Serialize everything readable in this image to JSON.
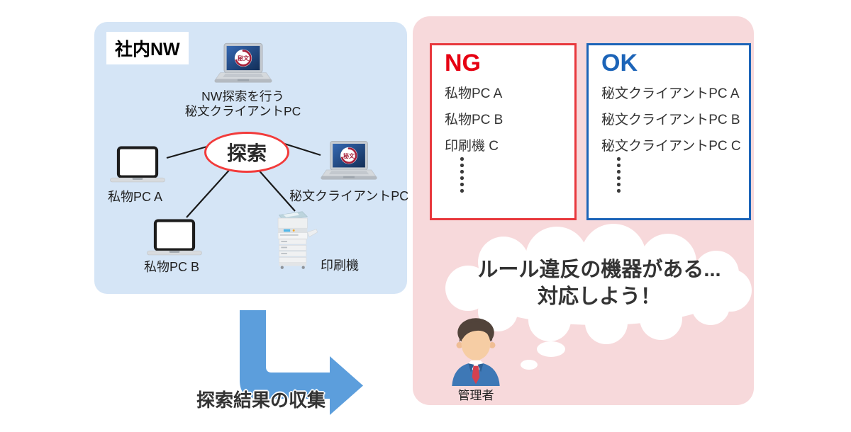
{
  "palette": {
    "panel_blue": "#D5E5F6",
    "panel_pink": "#F7D9DB",
    "arrow_blue": "#5C9EDC",
    "ng_red": "#E60012",
    "ok_blue": "#1C64B8",
    "oval_red": "#F23B3B"
  },
  "network_panel": {
    "title": "社内NW",
    "search_oval_label": "探索",
    "top_device": {
      "label_line1": "NW探索を行う",
      "label_line2": "秘文クライアントPC"
    },
    "devices": {
      "personal_pc_a": "私物PC A",
      "hibun_client_pc": "秘文クライアントPC",
      "personal_pc_b": "私物PC B",
      "printer": "印刷機"
    }
  },
  "arrow": {
    "label": "探索結果の収集"
  },
  "result_panel": {
    "ng": {
      "title": "NG",
      "items": [
        "私物PC A",
        "私物PC B",
        "印刷機 C"
      ]
    },
    "ok": {
      "title": "OK",
      "items": [
        "秘文クライアントPC A",
        "秘文クライアントPC B",
        "秘文クライアントPC C"
      ]
    },
    "thought": {
      "line1": "ルール違反の機器がある...",
      "line2": "対応しよう！"
    },
    "admin_label": "管理者"
  }
}
